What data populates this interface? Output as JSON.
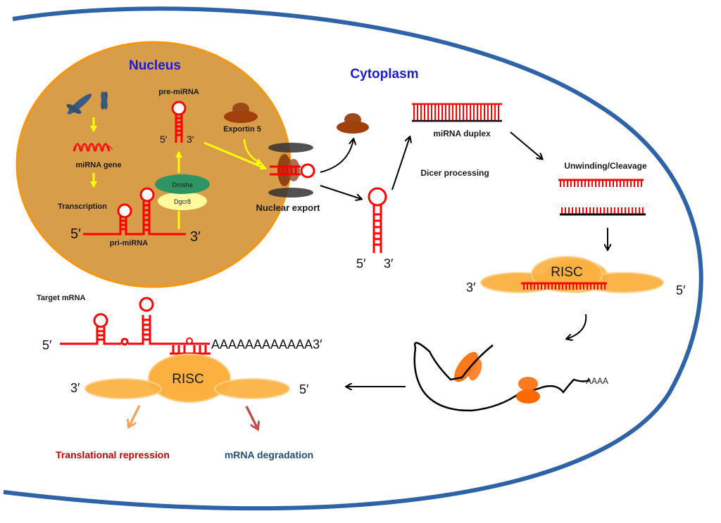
{
  "regions": {
    "nucleus": "Nucleus",
    "cytoplasm": "Cytoplasm"
  },
  "nucleus_labels": {
    "mirna_gene": "miRNA gene",
    "transcription": "Transcription",
    "pri_mirna": "pri-miRNA",
    "pre_mirna": "pre-miRNA",
    "exportin": "Exportin 5",
    "drosha": "Drosha",
    "dgcr8": "Dgcr8",
    "nuclear_export": "Nuclear export",
    "five_prime": "5′",
    "three_prime": "3′"
  },
  "cytoplasm_labels": {
    "dicer": "Dicer processing",
    "duplex": "miRNA duplex",
    "unwinding": "Unwinding/Cleavage",
    "risc": "RISC",
    "poly_a_short": "AAAA",
    "five_prime": "5′",
    "three_prime": "3′"
  },
  "target": {
    "title": "Target mRNA",
    "poly_a": "AAAAAAAAAAAA3′",
    "five_prime": "5′",
    "three_prime": "3′",
    "risc": "RISC"
  },
  "outcomes": {
    "translational": "Translational repression",
    "degradation": "mRNA degradation"
  },
  "colors": {
    "membrane": "#2e63a8",
    "nucleus_fill": "#d89d48",
    "nucleus_edge": "#f7960e",
    "rna": "#ff0000",
    "risc": "#fbb040",
    "label_blue": "#1a1adc",
    "translational": "#c00000",
    "degradation": "#1f4e79"
  }
}
